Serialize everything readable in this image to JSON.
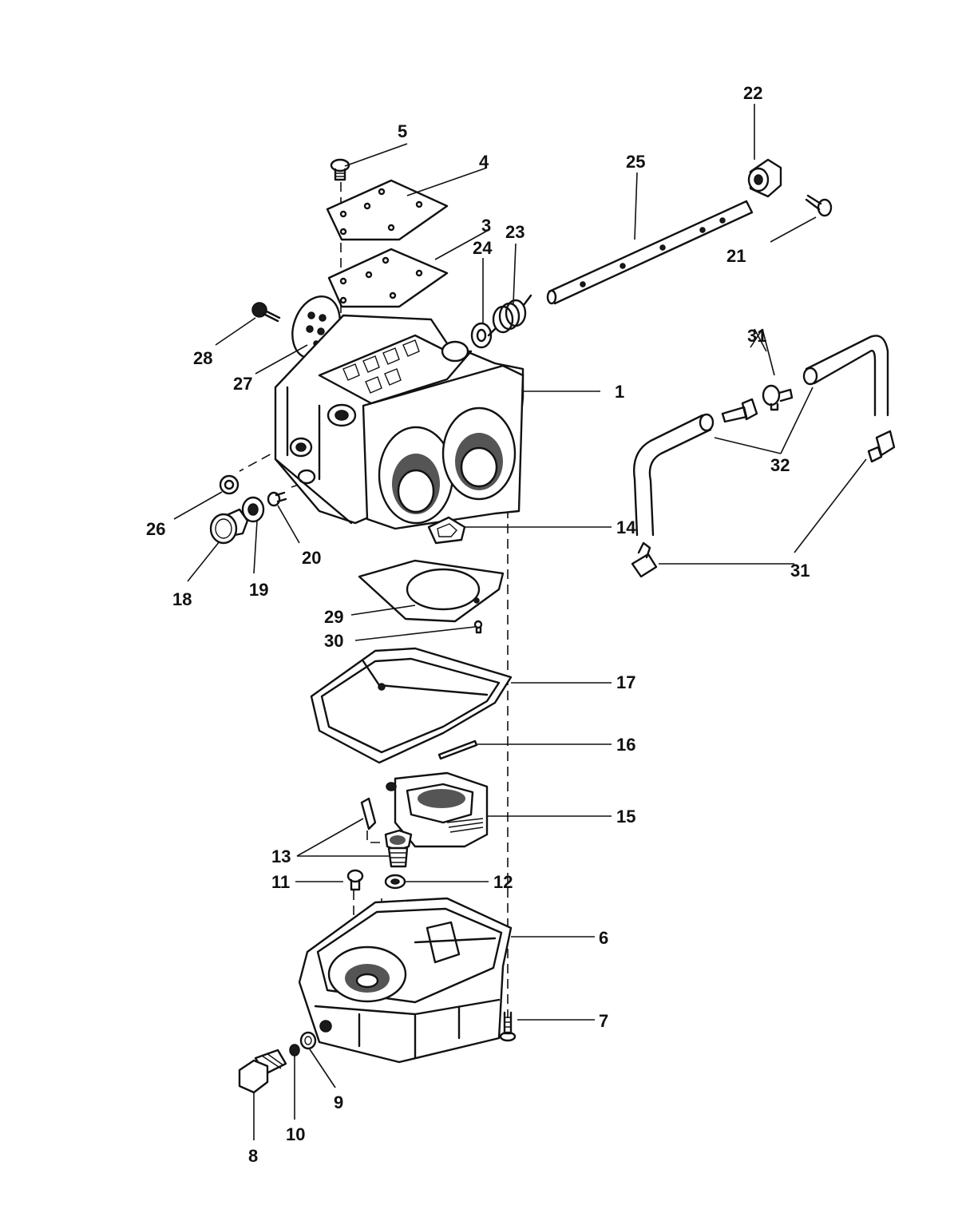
{
  "callouts": [
    {
      "id": "1",
      "label": "1"
    },
    {
      "id": "3",
      "label": "3"
    },
    {
      "id": "4",
      "label": "4"
    },
    {
      "id": "5",
      "label": "5"
    },
    {
      "id": "6",
      "label": "6"
    },
    {
      "id": "7",
      "label": "7"
    },
    {
      "id": "8",
      "label": "8"
    },
    {
      "id": "9",
      "label": "9"
    },
    {
      "id": "10",
      "label": "10"
    },
    {
      "id": "11",
      "label": "11"
    },
    {
      "id": "12",
      "label": "12"
    },
    {
      "id": "13",
      "label": "13"
    },
    {
      "id": "14",
      "label": "14"
    },
    {
      "id": "15",
      "label": "15"
    },
    {
      "id": "16",
      "label": "16"
    },
    {
      "id": "17",
      "label": "17"
    },
    {
      "id": "18",
      "label": "18"
    },
    {
      "id": "19",
      "label": "19"
    },
    {
      "id": "20",
      "label": "20"
    },
    {
      "id": "21",
      "label": "21"
    },
    {
      "id": "22",
      "label": "22"
    },
    {
      "id": "23",
      "label": "23"
    },
    {
      "id": "24",
      "label": "24"
    },
    {
      "id": "25",
      "label": "25"
    },
    {
      "id": "26",
      "label": "26"
    },
    {
      "id": "27",
      "label": "27"
    },
    {
      "id": "28",
      "label": "28"
    },
    {
      "id": "29",
      "label": "29"
    },
    {
      "id": "30",
      "label": "30"
    },
    {
      "id": "31",
      "label": "31"
    },
    {
      "id": "32",
      "label": "32"
    }
  ]
}
